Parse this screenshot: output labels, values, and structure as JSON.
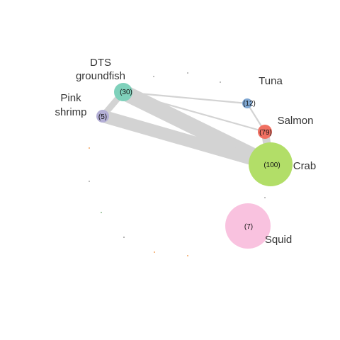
{
  "network": {
    "nodes": [
      {
        "id": "dts",
        "label_lines": [
          "DTS",
          "groundfish"
        ],
        "count_text": "(30)",
        "value": 30,
        "color": "#7fd1bb"
      },
      {
        "id": "pink",
        "label_lines": [
          "Pink",
          "shrimp"
        ],
        "count_text": "(5)",
        "value": 5,
        "color": "#b4afd6"
      },
      {
        "id": "tuna",
        "label_lines": [
          "Tuna"
        ],
        "count_text": "(12)",
        "value": 12,
        "color": "#7fa7d2"
      },
      {
        "id": "salmon",
        "label_lines": [
          "Salmon"
        ],
        "count_text": "(79)",
        "value": 79,
        "color": "#f07062"
      },
      {
        "id": "crab",
        "label_lines": [
          "Crab"
        ],
        "count_text": "(100)",
        "value": 100,
        "color": "#b2de68"
      },
      {
        "id": "squid",
        "label_lines": [
          "Squid"
        ],
        "count_text": "(7)",
        "value": 7,
        "color": "#f9c2df"
      }
    ],
    "edges": [
      {
        "source": "dts",
        "target": "crab",
        "weight": 10
      },
      {
        "source": "pink",
        "target": "crab",
        "weight": 8
      },
      {
        "source": "dts",
        "target": "pink",
        "weight": 4
      },
      {
        "source": "salmon",
        "target": "crab",
        "weight": 5
      },
      {
        "source": "dts",
        "target": "tuna",
        "weight": 1
      },
      {
        "source": "dts",
        "target": "salmon",
        "weight": 1
      },
      {
        "source": "tuna",
        "target": "salmon",
        "weight": 1
      }
    ],
    "edge_color": "#d3d3d3",
    "isolated_dot_colors": [
      "#aaaaaa",
      "#f4a460",
      "#8fbc8f",
      "#999999"
    ]
  }
}
